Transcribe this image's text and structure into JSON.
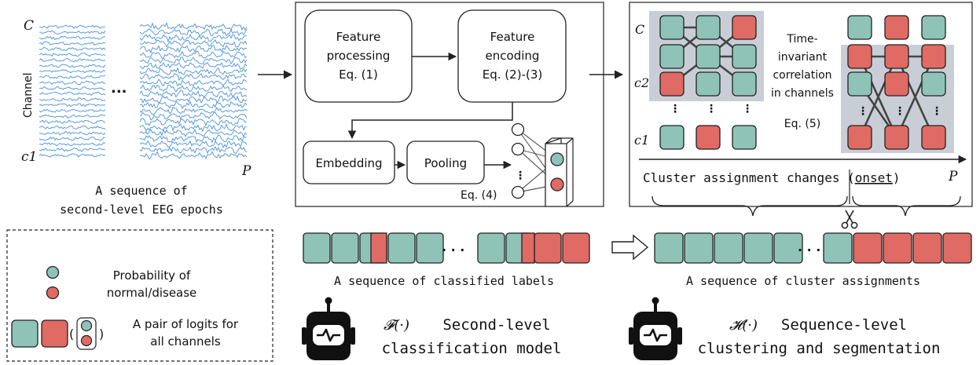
{
  "colors": {
    "teal": "#8fc3b7",
    "red": "#e06a64",
    "eeg": "#4a90d9",
    "panel_bg": "#c9ced6",
    "stroke": "#222222",
    "text": "#111111"
  },
  "eeg": {
    "channel_top": "C",
    "channel_bottom": "c1",
    "axis_label": "Channel",
    "time_end": "P",
    "ellipsis": "...",
    "caption_line1": "A sequence of",
    "caption_line2": "second-level EEG epochs"
  },
  "model": {
    "feature_processing": [
      "Feature",
      "processing",
      "Eq. (1)"
    ],
    "feature_encoding": [
      "Feature",
      "encoding",
      "Eq. (2)-(3)"
    ],
    "embedding": "Embedding",
    "pooling": "Pooling",
    "eq4": "Eq. (4)"
  },
  "cluster": {
    "label_C": "C",
    "label_c2": "c2",
    "label_c1": "c1",
    "time_invariant": [
      "Time-",
      "invariant",
      "correlation",
      "in channels"
    ],
    "eq5": "Eq. (5)",
    "axis_text": "Cluster assignment changes (",
    "onset": "onset",
    "axis_text_end": ")",
    "time_end": "P"
  },
  "sequences": {
    "classified_caption": "A sequence of classified labels",
    "cluster_caption": "A sequence of cluster assignments",
    "dots": ". . ."
  },
  "legend": {
    "probability_line1": "Probability of",
    "probability_line2": "normal/disease",
    "logits_line1": "A pair of logits for",
    "logits_line2": "all channels",
    "paren_open": "(",
    "paren_close": ")"
  },
  "bottom": {
    "f_symbol": "𝓕(·)",
    "f_line1": "Second-level",
    "f_line2": "classification model",
    "h_symbol": "𝓗(·)",
    "h_line1": "Sequence-level",
    "h_line2": "clustering and segmentation"
  }
}
